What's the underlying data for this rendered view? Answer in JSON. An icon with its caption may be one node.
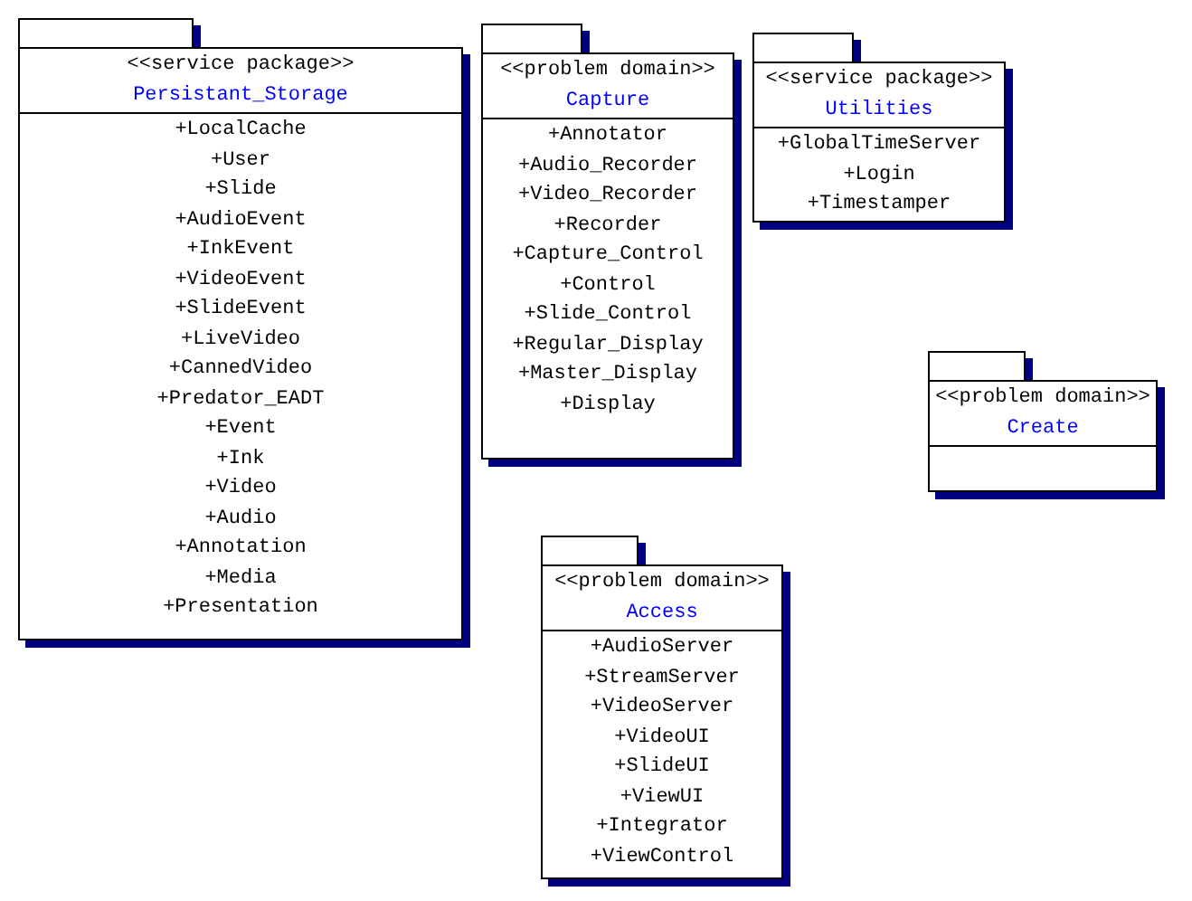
{
  "diagram": {
    "nodes": [
      {
        "text": [
          "<<service package>>",
          "Persistant_Storage",
          "+LocalCache",
          "+User",
          "+Slide",
          "+AudioEvent",
          "+InkEvent",
          "+VideoEvent",
          "+SlideEvent",
          "+LiveVideo",
          "+CannedVideo",
          "+Predator_EADT",
          "+Event",
          "+Ink",
          "+Video",
          "+Audio",
          "+Annotation",
          "+Media",
          "+Presentation"
        ]
      },
      {
        "text": [
          "<<problem domain>>",
          "Capture",
          "+Annotator",
          "+Audio_Recorder",
          "+Video_Recorder",
          "+Recorder",
          "+Capture_Control",
          "+Control",
          "+Slide_Control",
          "+Regular_Display",
          "+Master_Display",
          "+Display"
        ]
      },
      {
        "text": [
          "<<service package>>",
          "Utilities",
          "+GlobalTimeServer",
          "+Login",
          "+Timestamper"
        ]
      },
      {
        "text": [
          "<<problem domain>>",
          "Create"
        ]
      },
      {
        "text": [
          "<<problem domain>>",
          "Access",
          "+AudioServer",
          "+StreamServer",
          "+VideoServer",
          "+VideoUI",
          "+SlideUI",
          "+ViewUI",
          "+Integrator",
          "+ViewControl"
        ]
      }
    ]
  }
}
